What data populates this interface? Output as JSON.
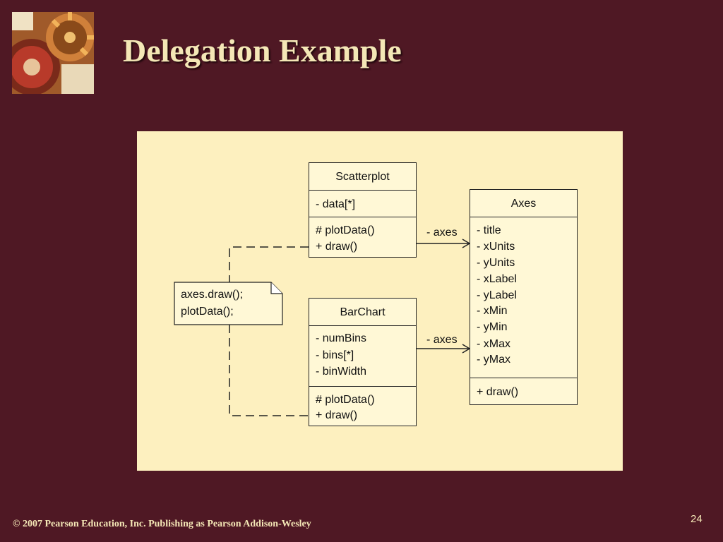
{
  "slide": {
    "title": "Delegation Example",
    "footer": "© 2007 Pearson Education, Inc. Publishing as Pearson Addison-Wesley",
    "page_number": "24"
  },
  "diagram": {
    "scatterplot": {
      "name": "Scatterplot",
      "attributes": [
        "- data[*]"
      ],
      "operations": [
        "# plotData()",
        "+ draw()"
      ]
    },
    "barchart": {
      "name": "BarChart",
      "attributes": [
        "- numBins",
        "- bins[*]",
        "- binWidth"
      ],
      "operations": [
        "# plotData()",
        "+ draw()"
      ]
    },
    "axes": {
      "name": "Axes",
      "attributes": [
        "- title",
        "- xUnits",
        "- yUnits",
        "- xLabel",
        "- yLabel",
        "- xMin",
        "- yMin",
        "- xMax",
        "- yMax"
      ],
      "operations": [
        "+ draw()"
      ]
    },
    "associations": [
      {
        "from": "Scatterplot",
        "to": "Axes",
        "label": "- axes"
      },
      {
        "from": "BarChart",
        "to": "Axes",
        "label": "- axes"
      }
    ],
    "note": {
      "lines": [
        "axes.draw();",
        "plotData();"
      ]
    }
  },
  "colors": {
    "background": "#4f1824",
    "panel": "#fdf0bf",
    "title": "#f4e7b6"
  },
  "icons": {
    "logo": "clock-gears-image"
  }
}
